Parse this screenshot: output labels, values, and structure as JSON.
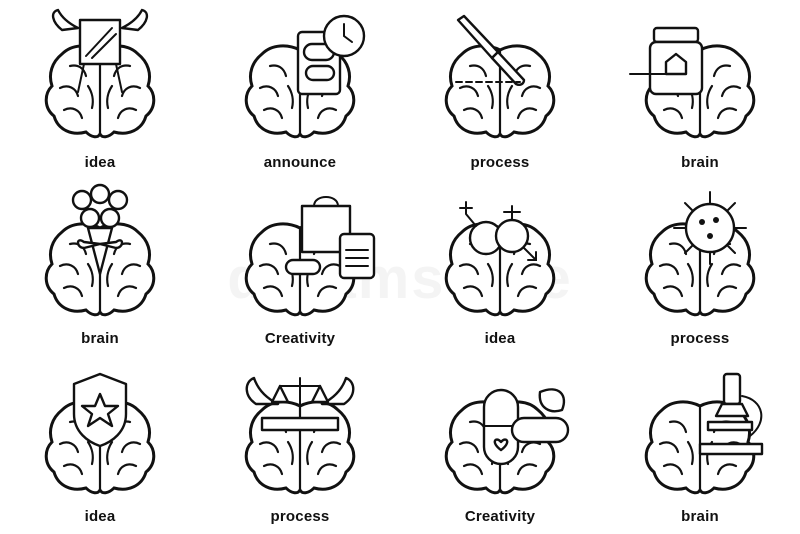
{
  "icons": [
    {
      "caption": "idea",
      "icon": "winged-easel-icon"
    },
    {
      "caption": "announce",
      "icon": "pills-clock-icon"
    },
    {
      "caption": "process",
      "icon": "scalpel-icon"
    },
    {
      "caption": "brain",
      "icon": "medicine-jar-icon"
    },
    {
      "caption": "brain",
      "icon": "rose-bouquet-icon"
    },
    {
      "caption": "Creativity",
      "icon": "shopping-bag-pills-icon"
    },
    {
      "caption": "idea",
      "icon": "gender-symbols-icon"
    },
    {
      "caption": "process",
      "icon": "virus-icon"
    },
    {
      "caption": "idea",
      "icon": "star-shield-icon"
    },
    {
      "caption": "process",
      "icon": "winged-scales-icon"
    },
    {
      "caption": "Creativity",
      "icon": "capsule-leaf-icon"
    },
    {
      "caption": "brain",
      "icon": "microscope-icon"
    }
  ],
  "colors": {
    "stroke": "#111111",
    "background": "#ffffff"
  }
}
